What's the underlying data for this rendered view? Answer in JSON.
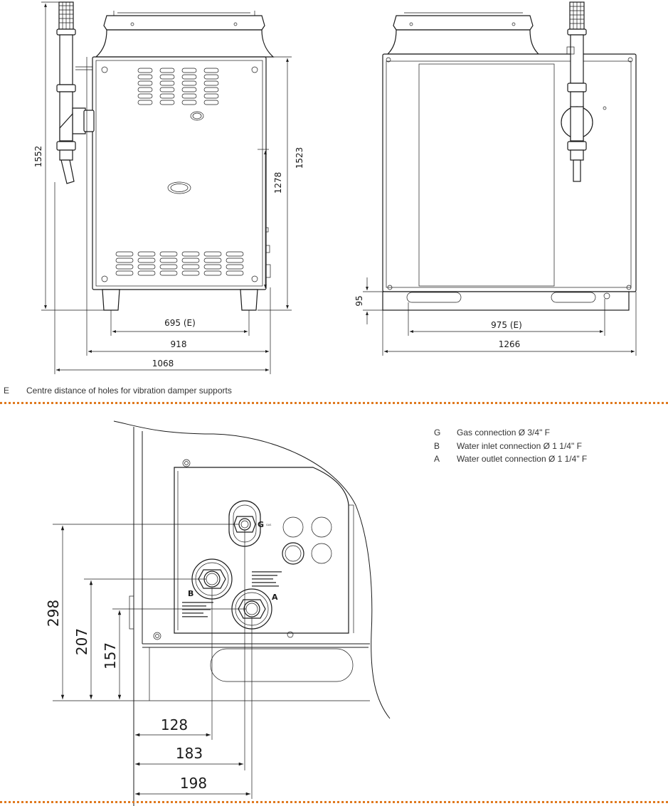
{
  "front_view": {
    "dims": {
      "total_height": "1552",
      "case_height": "1523",
      "mid_height": "1278",
      "hole_distance": "695 (E)",
      "case_width": "918",
      "overall_width": "1068"
    }
  },
  "side_view": {
    "dims": {
      "base_height": "95",
      "hole_distance": "975 (E)",
      "depth": "1266"
    }
  },
  "footnote": {
    "key": "E",
    "text": "Centre distance of holes for vibration damper supports"
  },
  "detail_view": {
    "labels": {
      "gas_tag": "G",
      "gas_small": "GAS",
      "inlet_tag": "B",
      "outlet_tag": "A"
    },
    "dims": {
      "h_gas": "298",
      "h_inlet": "207",
      "h_outlet": "157",
      "x_inlet": "128",
      "x_outlet": "183",
      "x_gas": "198"
    }
  },
  "legend": [
    {
      "key": "G",
      "text": "Gas connection Ø 3/4\" F"
    },
    {
      "key": "B",
      "text": "Water inlet connection Ø 1 1/4\" F"
    },
    {
      "key": "A",
      "text": "Water outlet connection Ø 1 1/4\" F"
    }
  ],
  "colors": {
    "separator": "#e07a1f",
    "line": "#1a1a1a"
  }
}
